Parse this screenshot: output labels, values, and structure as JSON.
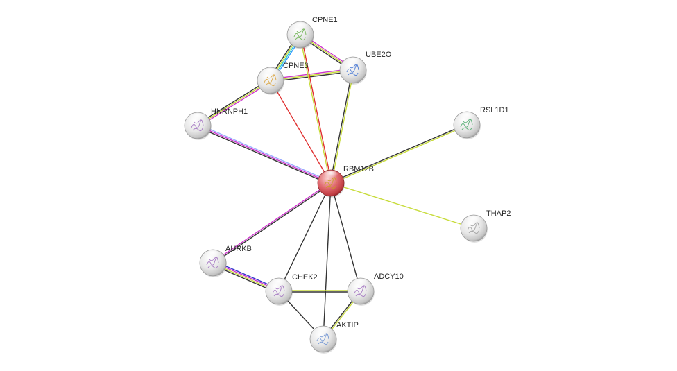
{
  "network": {
    "center": "RBM12B",
    "nodes": [
      {
        "id": "CPNE1",
        "label": "CPNE1",
        "color": "#e9e9e9",
        "structure": "#6ab04c"
      },
      {
        "id": "UBE2O",
        "label": "UBE2O",
        "color": "#e9e9e9",
        "structure": "#3b6fd1"
      },
      {
        "id": "CPNE3",
        "label": "CPNE3",
        "color": "#e9e9e9",
        "structure": "#d9a23a"
      },
      {
        "id": "HNRNPH1",
        "label": "HNRNPH1",
        "color": "#e9e9e9",
        "structure": "#a070c0"
      },
      {
        "id": "RSL1D1",
        "label": "RSL1D1",
        "color": "#e9e9e9",
        "structure": "#4aa86a"
      },
      {
        "id": "RBM12B",
        "label": "RBM12B",
        "color": "#d9545a",
        "structure": "#c8a020"
      },
      {
        "id": "THAP2",
        "label": "THAP2",
        "color": "#e9e9e9",
        "structure": "#9a9a9a"
      },
      {
        "id": "AURKB",
        "label": "AURKB",
        "color": "#e9e9e9",
        "structure": "#a070c0"
      },
      {
        "id": "CHEK2",
        "label": "CHEK2",
        "color": "#e9e9e9",
        "structure": "#a070c0"
      },
      {
        "id": "ADCY10",
        "label": "ADCY10",
        "color": "#e9e9e9",
        "structure": "#a070c0"
      },
      {
        "id": "AKTIP",
        "label": "AKTIP",
        "color": "#e9e9e9",
        "structure": "#6a8fd1"
      }
    ],
    "edges": [
      {
        "from": "CPNE1",
        "to": "CPNE3",
        "colors": [
          "#3399ff",
          "#33cccc",
          "#c8dc3c",
          "#333333"
        ]
      },
      {
        "from": "CPNE1",
        "to": "UBE2O",
        "colors": [
          "#cc33cc",
          "#c8dc3c",
          "#333333"
        ]
      },
      {
        "from": "CPNE3",
        "to": "UBE2O",
        "colors": [
          "#cc33cc",
          "#c8dc3c",
          "#333333"
        ]
      },
      {
        "from": "CPNE3",
        "to": "HNRNPH1",
        "colors": [
          "#cc33cc",
          "#c8dc3c",
          "#333333"
        ]
      },
      {
        "from": "CPNE1",
        "to": "RBM12B",
        "colors": [
          "#e03030",
          "#c8dc3c"
        ]
      },
      {
        "from": "CPNE3",
        "to": "RBM12B",
        "colors": [
          "#e03030"
        ]
      },
      {
        "from": "UBE2O",
        "to": "RBM12B",
        "colors": [
          "#c8dc3c",
          "#333333"
        ]
      },
      {
        "from": "HNRNPH1",
        "to": "RBM12B",
        "colors": [
          "#99aaff",
          "#cc33cc",
          "#333333"
        ]
      },
      {
        "from": "RSL1D1",
        "to": "RBM12B",
        "colors": [
          "#c8dc3c",
          "#333333"
        ]
      },
      {
        "from": "THAP2",
        "to": "RBM12B",
        "colors": [
          "#c8dc3c"
        ]
      },
      {
        "from": "AURKB",
        "to": "RBM12B",
        "colors": [
          "#cc33cc",
          "#333333"
        ]
      },
      {
        "from": "CHEK2",
        "to": "RBM12B",
        "colors": [
          "#333333"
        ]
      },
      {
        "from": "AKTIP",
        "to": "RBM12B",
        "colors": [
          "#333333"
        ]
      },
      {
        "from": "ADCY10",
        "to": "RBM12B",
        "colors": [
          "#333333"
        ]
      },
      {
        "from": "AURKB",
        "to": "CHEK2",
        "colors": [
          "#3333cc",
          "#cc33cc",
          "#c8dc3c",
          "#333333"
        ]
      },
      {
        "from": "CHEK2",
        "to": "ADCY10",
        "colors": [
          "#c8dc3c",
          "#333333"
        ]
      },
      {
        "from": "CHEK2",
        "to": "AKTIP",
        "colors": [
          "#333333"
        ]
      },
      {
        "from": "ADCY10",
        "to": "AKTIP",
        "colors": [
          "#c8dc3c",
          "#333333"
        ]
      }
    ]
  }
}
